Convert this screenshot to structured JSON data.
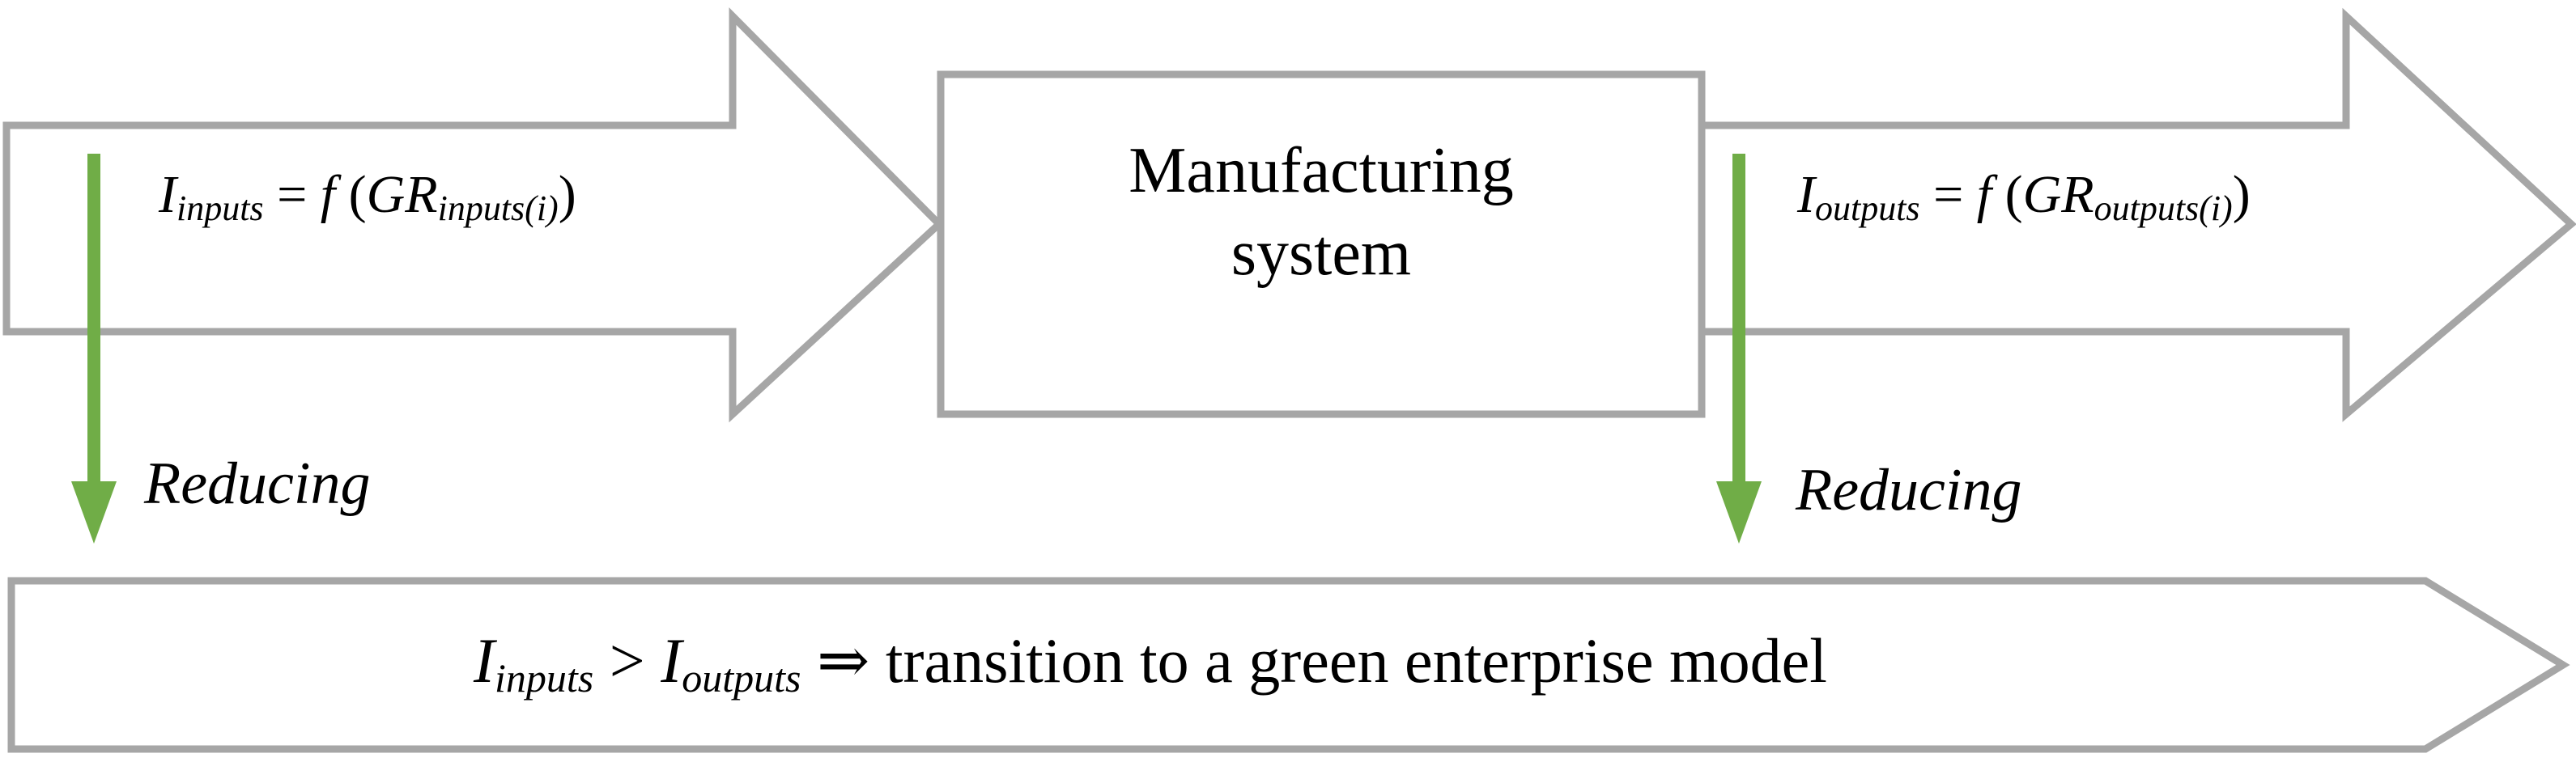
{
  "diagram": {
    "title": "Green enterprise manufacturing system input/output model",
    "colors": {
      "outline": "#A6A6A6",
      "green_arrow": "#70AD47",
      "text": "#000000",
      "background": "#FFFFFF"
    },
    "input_arrow": {
      "name": "inputs-arrow",
      "formula": {
        "lhs_symbol": "I",
        "lhs_subscript": "inputs",
        "operator": "=",
        "function": "f",
        "open_paren": "(",
        "rhs_symbol": "GR",
        "rhs_subscript": "inputs(i)",
        "close_paren": ")",
        "full_text": "Iinputs = f (GRinputs(i))"
      }
    },
    "process_box": {
      "name": "manufacturing-system-box",
      "line1": "Manufacturing",
      "line2": "system",
      "full_text": "Manufacturing system"
    },
    "output_arrow": {
      "name": "outputs-arrow",
      "formula": {
        "lhs_symbol": "I",
        "lhs_subscript": "outputs",
        "operator": "=",
        "function": "f",
        "open_paren": "(",
        "rhs_symbol": "GR",
        "rhs_subscript": "outputs(i)",
        "close_paren": ")",
        "full_text": "Ioutputs = f (GRoutputs(i))"
      }
    },
    "reducing_left": {
      "name": "reducing-label-inputs",
      "label": "Reducing"
    },
    "reducing_right": {
      "name": "reducing-label-outputs",
      "label": "Reducing"
    },
    "green_arrow_left": {
      "name": "green-down-arrow-inputs",
      "direction": "down"
    },
    "green_arrow_right": {
      "name": "green-down-arrow-outputs",
      "direction": "down"
    },
    "conclusion_banner": {
      "name": "conclusion-banner",
      "lhs_symbol": "I",
      "lhs_subscript": "inputs",
      "comparison": ">",
      "rhs_symbol": "I",
      "rhs_subscript": "outputs",
      "implies": "⇒",
      "statement": "transition to a green enterprise model",
      "full_text": "Iinputs > Ioutputs ⇒ transition to a green enterprise model"
    }
  }
}
